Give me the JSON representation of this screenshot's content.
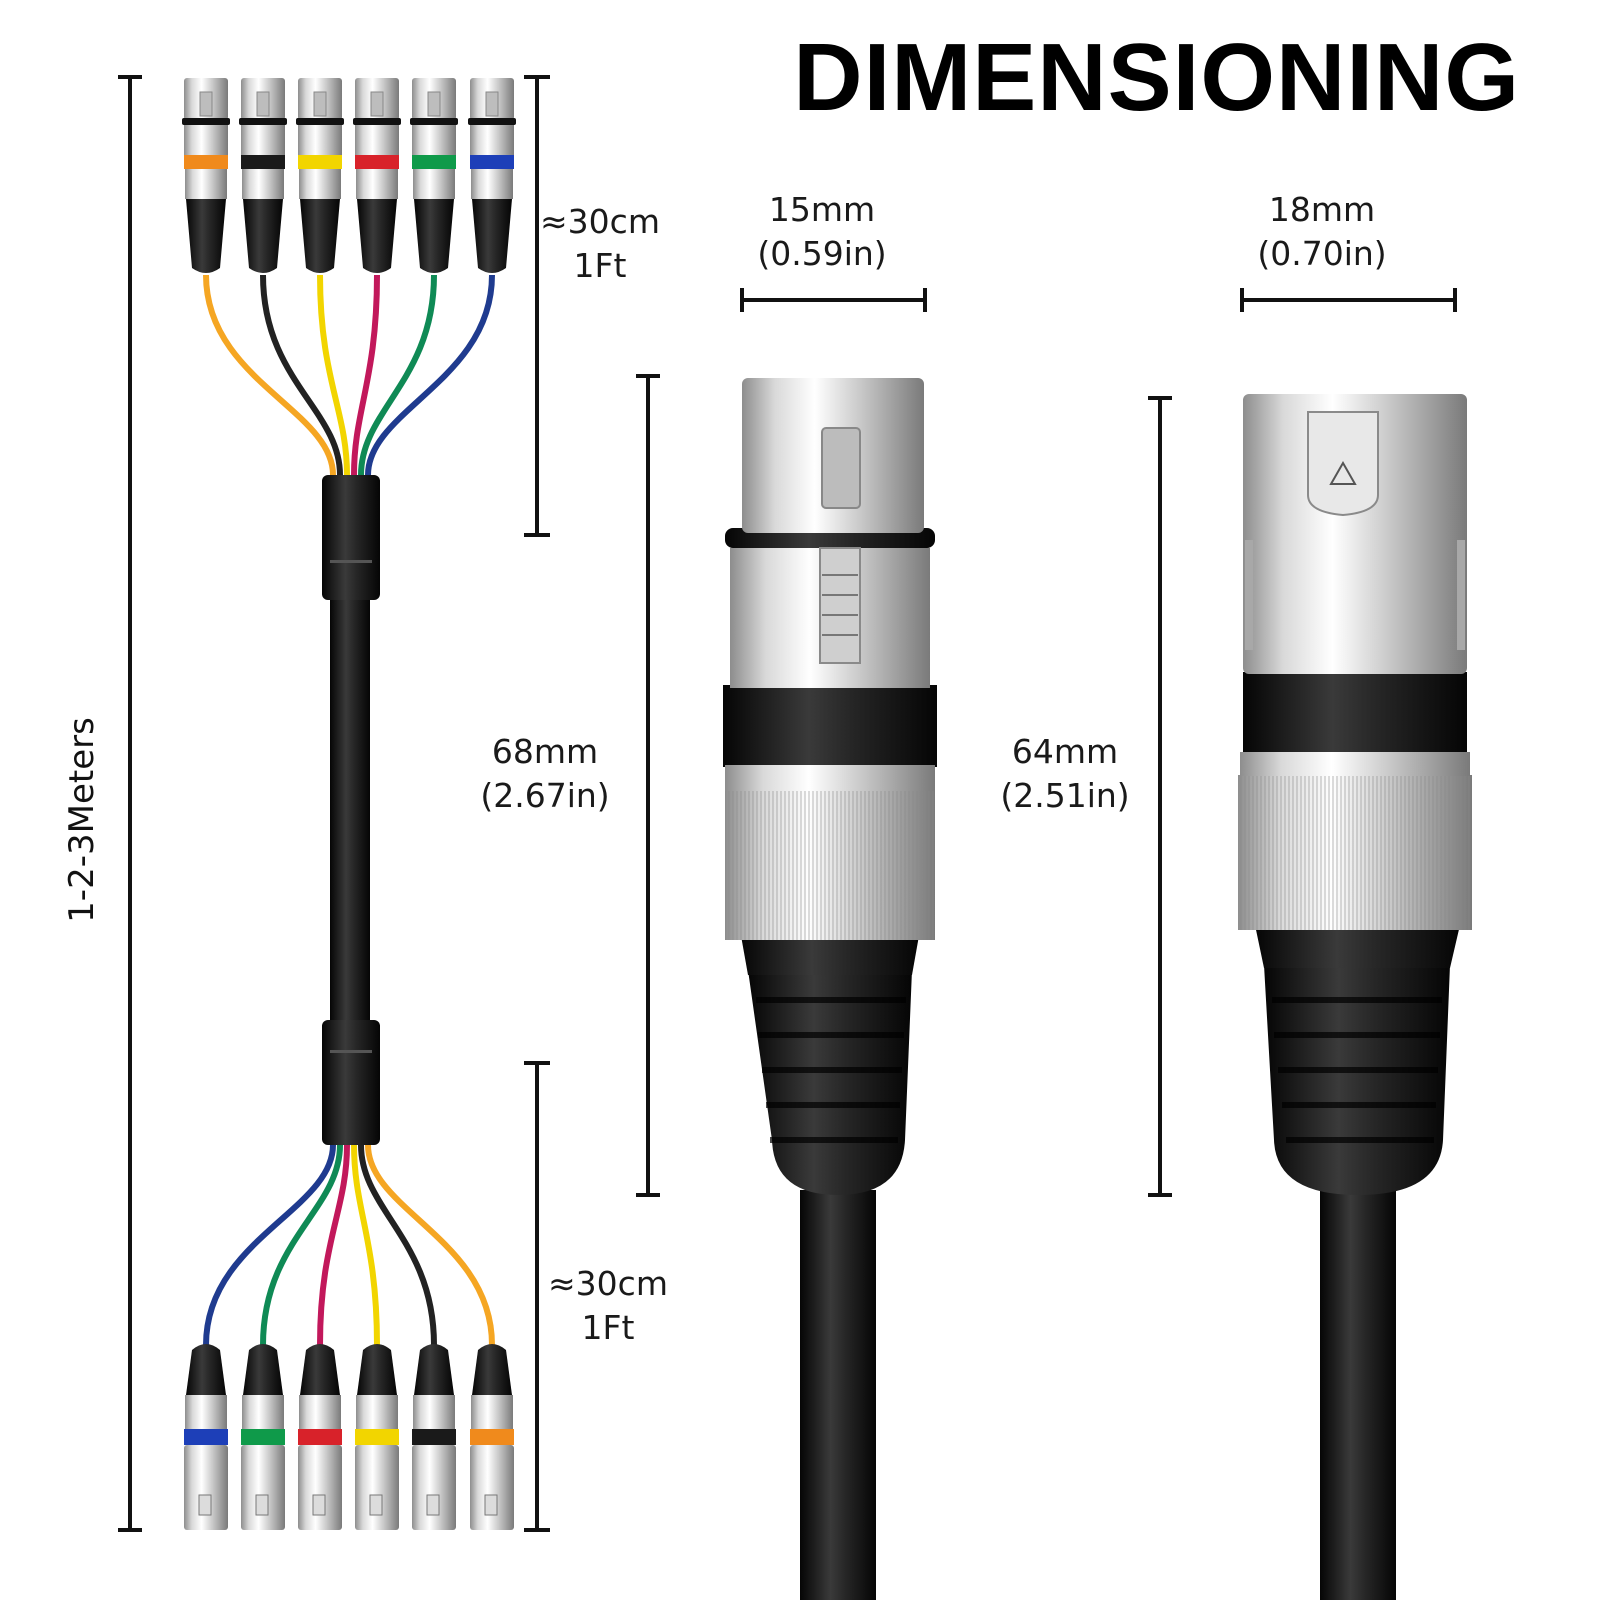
{
  "title": "DIMENSIONING",
  "total_length": "1-2-3Meters",
  "top_branch": {
    "line1": "≈30cm",
    "line2": "1Ft"
  },
  "bottom_branch": {
    "line1": "≈30cm",
    "line2": "1Ft"
  },
  "female_width": {
    "mm": "15mm",
    "in": "(0.59in)"
  },
  "male_width": {
    "mm": "18mm",
    "in": "(0.70in)"
  },
  "female_length": {
    "mm": "68mm",
    "in": "(2.67in)"
  },
  "male_length": {
    "mm": "64mm",
    "in": "(2.51in)"
  },
  "colors": {
    "top_connectors": [
      "#f08a1c",
      "#1a1a1a",
      "#f2d500",
      "#d8222a",
      "#0f9a4a",
      "#1d3fb8"
    ],
    "bottom_connectors": [
      "#1d3fb8",
      "#0f9a4a",
      "#d8222a",
      "#f2d500",
      "#1a1a1a",
      "#f08a1c"
    ],
    "wires_top": [
      "#f5a623",
      "#222222",
      "#f2d500",
      "#c2185b",
      "#0f8a55",
      "#1f3b8f"
    ],
    "wires_bottom": [
      "#1f3b8f",
      "#0f8a55",
      "#c2185b",
      "#f2d500",
      "#222222",
      "#f5a623"
    ]
  }
}
